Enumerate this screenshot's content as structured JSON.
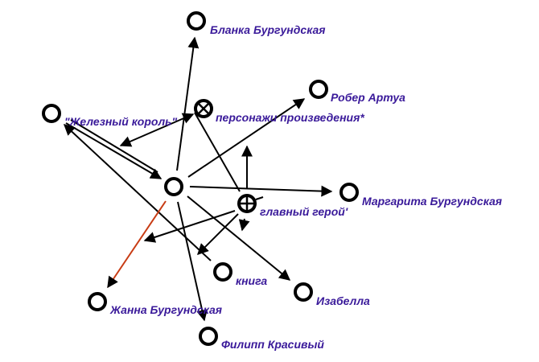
{
  "nodes": [
    {
      "id": "center",
      "label": ""
    },
    {
      "id": "blanka",
      "label": "Бланка Бургундская"
    },
    {
      "id": "rober",
      "label": "Робер Артуа"
    },
    {
      "id": "zhelezny",
      "label": "\"Железный король\""
    },
    {
      "id": "personazhi",
      "label": "персонажи произведения*"
    },
    {
      "id": "margarita",
      "label": "Маргарита Бургундская"
    },
    {
      "id": "glavny",
      "label": "главный герой'"
    },
    {
      "id": "kniga",
      "label": "книга"
    },
    {
      "id": "izabella",
      "label": "Изабелла"
    },
    {
      "id": "zhanna",
      "label": "Жанна Бургундская"
    },
    {
      "id": "filipp",
      "label": "Филипп Красивый"
    }
  ],
  "colors": {
    "edge": "#000000",
    "highlight_edge": "#c83c14",
    "label": "#3a1a9a"
  }
}
